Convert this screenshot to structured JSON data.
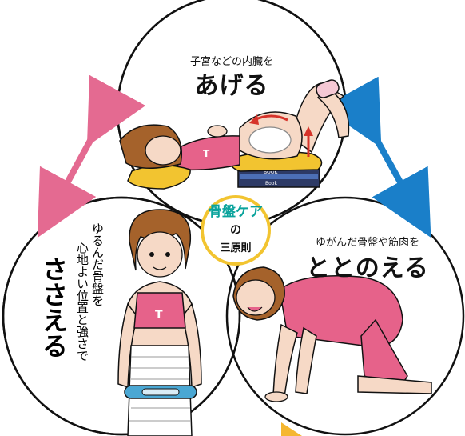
{
  "top": {
    "sub_label": "子宮などの内臓を",
    "main_label": "あげる"
  },
  "right": {
    "sub_label": "ゆがんだ骨盤や筋肉を",
    "main_label": "ととのえる"
  },
  "left": {
    "sub_label_line1": "ゆるんだ骨盤を",
    "sub_label_line2": "心地よい位置と強さで",
    "main_label": "ささえる"
  },
  "center": {
    "title": "骨盤ケア",
    "particle": "の",
    "subtitle": "三原則"
  },
  "illustration": {
    "book_label_1": "BOOK",
    "book_label_2": "Book",
    "shirt_letter": "T"
  },
  "colors": {
    "pink_arrow": "#e46a91",
    "blue_arrow": "#1a7fc9",
    "yellow_arrow": "#f5b731",
    "teal_text": "#0aa39c",
    "shirt_pink": "#e6628a",
    "belt_blue": "#4aa7d3",
    "cushion_yellow": "#f2c430",
    "hair_brown": "#a5622b"
  }
}
